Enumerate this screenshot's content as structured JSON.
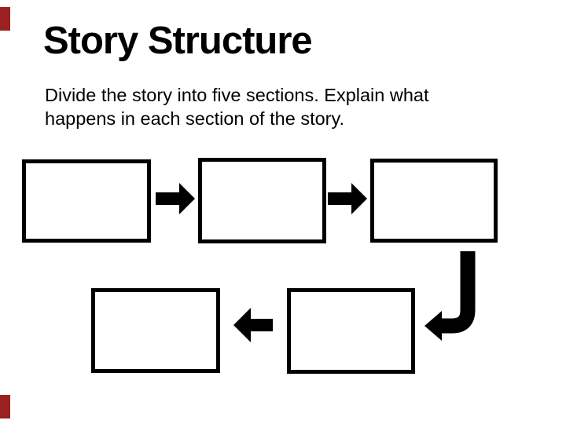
{
  "slide": {
    "title": "Story Structure",
    "instructions_line1": "Divide the story into five sections. Explain what",
    "instructions_line2": "happens in each section of the story.",
    "boxes": [
      {
        "id": "section-1",
        "label": ""
      },
      {
        "id": "section-2",
        "label": ""
      },
      {
        "id": "section-3",
        "label": ""
      },
      {
        "id": "section-4",
        "label": ""
      },
      {
        "id": "section-5",
        "label": ""
      }
    ],
    "icons": {
      "arrow_1": "arrow-right-icon",
      "arrow_2": "arrow-right-icon",
      "arrow_3": "elbow-arrow-down-left-icon",
      "arrow_4": "arrow-left-icon"
    },
    "colors": {
      "accent_red": "#9b2021",
      "shape_stroke": "#000000",
      "background": "#ffffff",
      "text": "#000000"
    }
  }
}
